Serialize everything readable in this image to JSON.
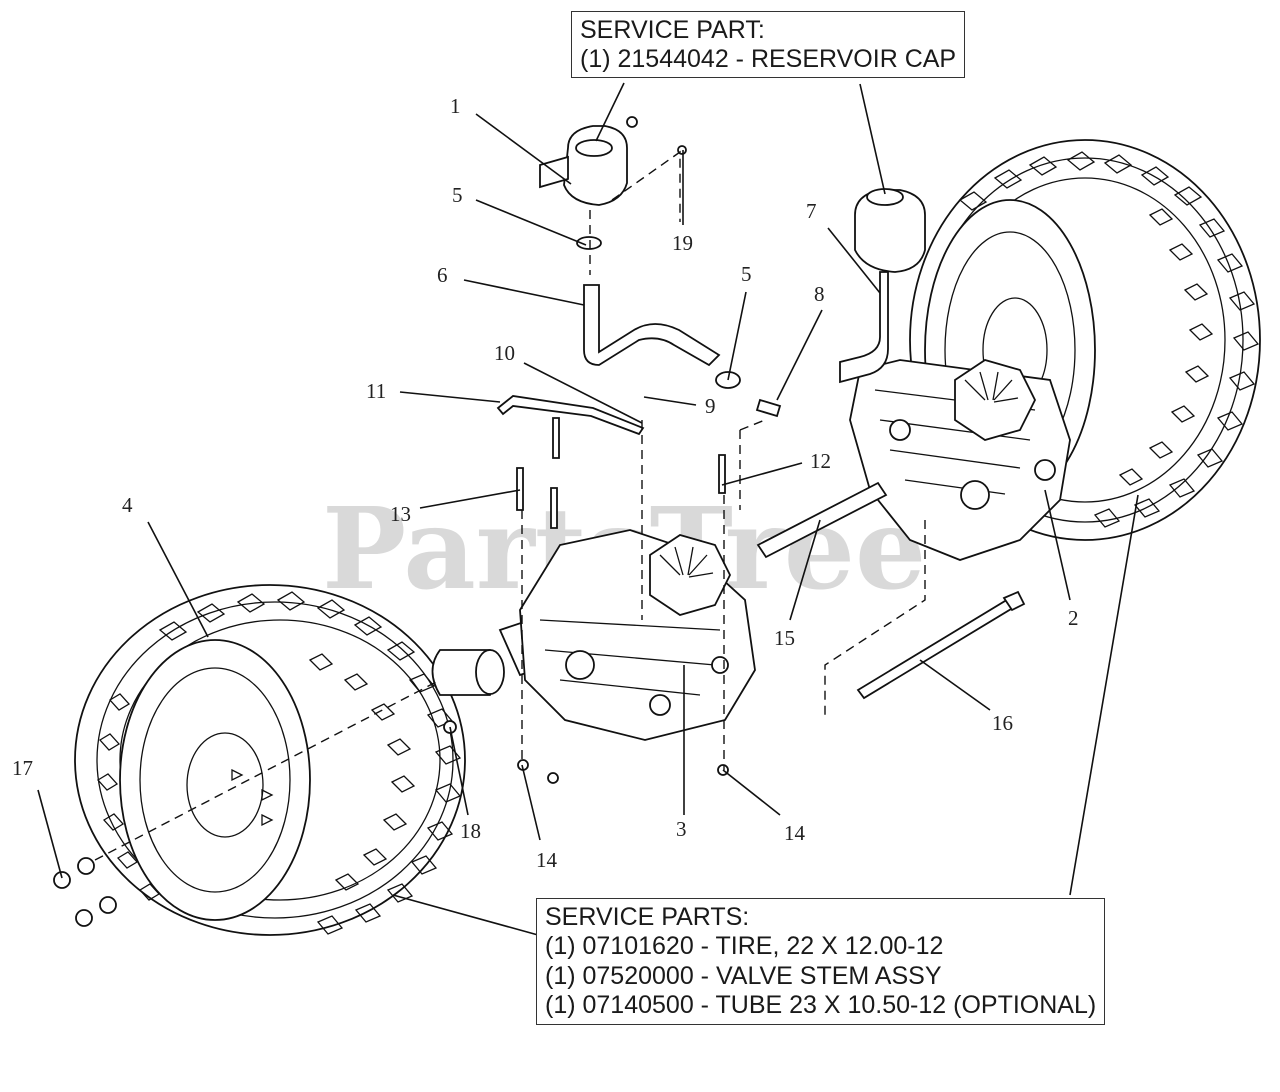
{
  "watermark": "PartsTree",
  "callouts": {
    "reservoir_cap": {
      "line1": "SERVICE PART:",
      "line2": "(1) 21544042 - RESERVOIR CAP"
    },
    "tire": {
      "line1": "SERVICE PARTS:",
      "line2": "(1) 07101620 - TIRE, 22 X 12.00-12",
      "line3": "(1) 07520000 - VALVE STEM ASSY",
      "line4": "(1) 07140500 - TUBE 23 X 10.50-12 (OPTIONAL)"
    }
  },
  "part_numbers": {
    "p1": "1",
    "p2": "2",
    "p3": "3",
    "p4": "4",
    "p5a": "5",
    "p5b": "5",
    "p6": "6",
    "p7": "7",
    "p8": "8",
    "p9": "9",
    "p10": "10",
    "p11": "11",
    "p12": "12",
    "p13": "13",
    "p14a": "14",
    "p14b": "14",
    "p15": "15",
    "p16": "16",
    "p17": "17",
    "p18": "18",
    "p19": "19"
  }
}
